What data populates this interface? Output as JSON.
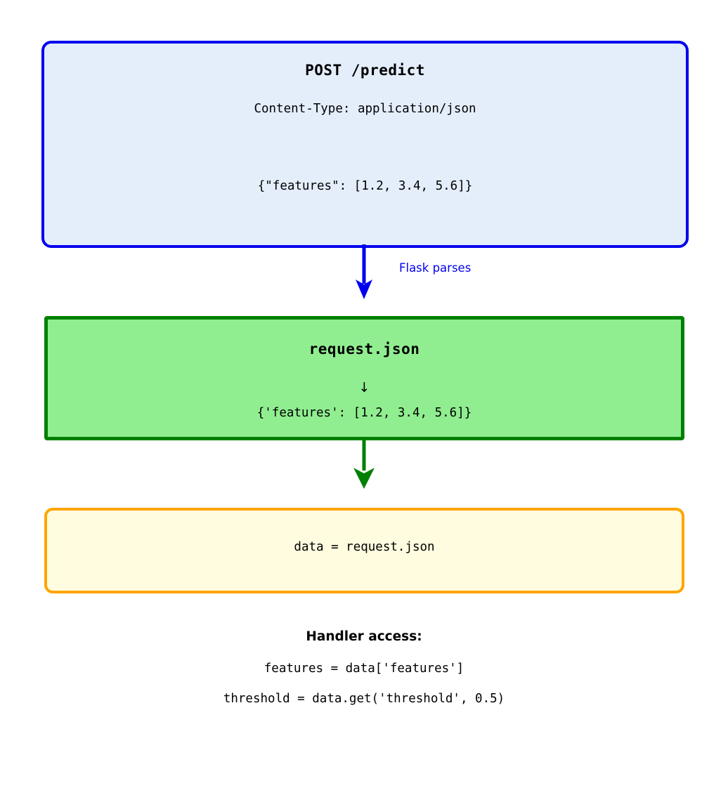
{
  "diagram": {
    "request_box": {
      "title": "POST /predict",
      "header": "Content-Type: application/json",
      "body": "{\"features\": [1.2, 3.4, 5.6]}",
      "border_color": "#0000EE",
      "fill_color": "#E4EEFB"
    },
    "flask_arrow": {
      "label": "Flask parses",
      "color": "#0000EE"
    },
    "parsed_box": {
      "title": "request.json",
      "arrow_glyph": "↓",
      "body": "{'features': [1.2, 3.4, 5.6]}",
      "border_color": "#008000",
      "fill_color": "#90EE90"
    },
    "parse_arrow": {
      "color": "#008000"
    },
    "code_box": {
      "code": "data = request.json",
      "border_color": "#FFA500",
      "fill_color": "#FFFCE0"
    },
    "handler": {
      "title": "Handler access:",
      "line_1": "features = data['features']",
      "line_2": "threshold = data.get('threshold', 0.5)"
    }
  }
}
